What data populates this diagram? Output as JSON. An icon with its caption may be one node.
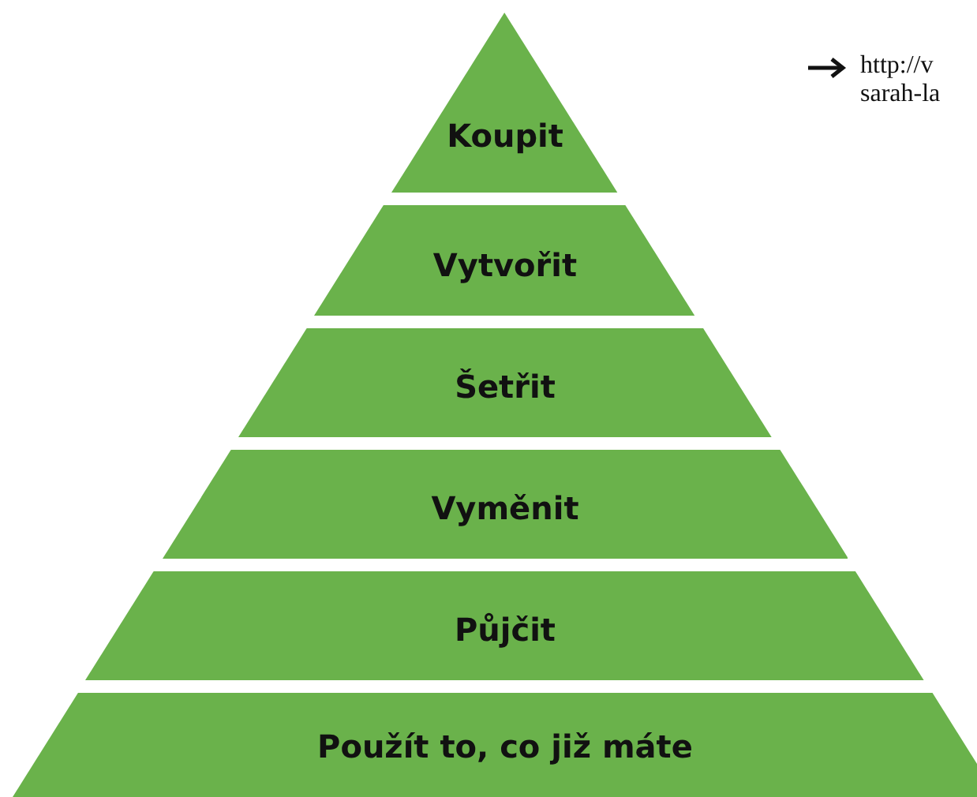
{
  "diagram": {
    "nodes": [
      {
        "text": [
          "Koupit"
        ]
      },
      {
        "text": [
          "Vytvořit"
        ]
      },
      {
        "text": [
          "Šetřit"
        ]
      },
      {
        "text": [
          "Vyměnit"
        ]
      },
      {
        "text": [
          "Půjčit"
        ]
      },
      {
        "text": [
          "Použít to, co již máte"
        ]
      }
    ],
    "labels": [
      "http://v sarah-la"
    ]
  }
}
